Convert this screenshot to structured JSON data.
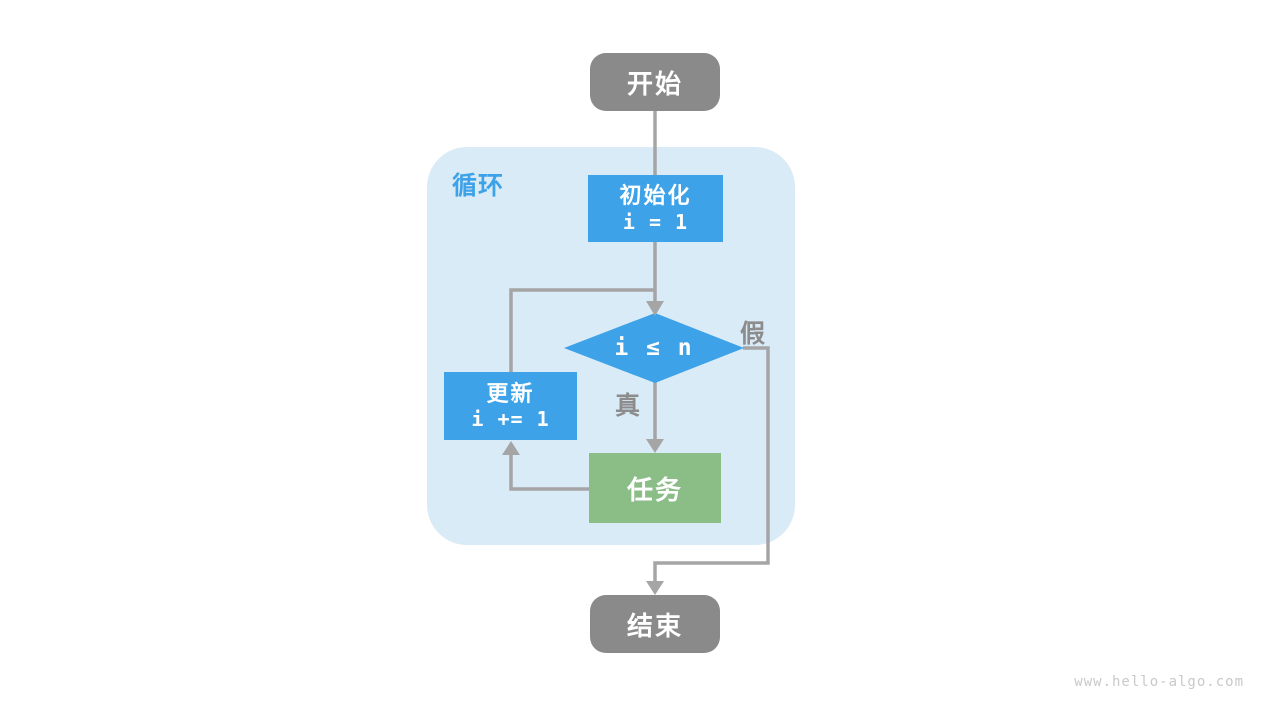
{
  "flowchart": {
    "start": {
      "label": "开始"
    },
    "loop_container": {
      "label": "循环"
    },
    "init": {
      "title": "初始化",
      "code": "i = 1"
    },
    "condition": {
      "code": "i ≤ n"
    },
    "update": {
      "title": "更新",
      "code": "i += 1"
    },
    "task": {
      "label": "任务"
    },
    "end": {
      "label": "结束"
    },
    "branch_true": {
      "label": "真"
    },
    "branch_false": {
      "label": "假"
    }
  },
  "colors": {
    "process_blue": "#3da2e7",
    "task_green": "#8bbd87",
    "terminal_gray": "#8a8a8a",
    "loop_container_fill": "#daebf8",
    "connector_gray": "#a5a5a5",
    "branch_label_gray": "#8c8c8c",
    "watermark_gray": "#c9c9c9"
  },
  "page": {
    "watermark": "www.hello-algo.com"
  }
}
